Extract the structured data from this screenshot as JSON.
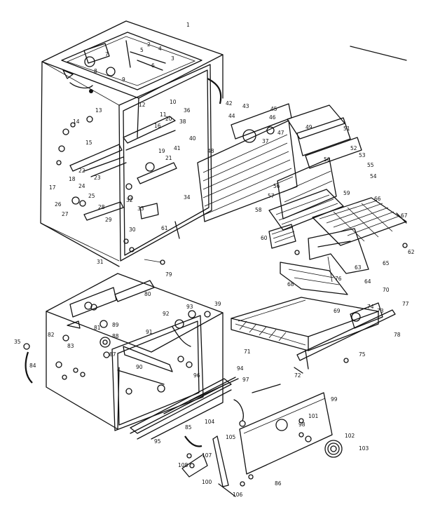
{
  "diagram": {
    "labels": [
      {
        "id": "1",
        "text": "1"
      },
      {
        "id": "2a",
        "text": "2"
      },
      {
        "id": "3a",
        "text": "3"
      },
      {
        "id": "4a",
        "text": "4"
      },
      {
        "id": "5a",
        "text": "5"
      },
      {
        "id": "6a",
        "text": "6"
      },
      {
        "id": "7a",
        "text": "7"
      },
      {
        "id": "8a",
        "text": "8"
      },
      {
        "id": "9a",
        "text": "9"
      },
      {
        "id": "10a",
        "text": "10"
      },
      {
        "id": "11",
        "text": "11"
      },
      {
        "id": "12",
        "text": "12"
      },
      {
        "id": "13a",
        "text": "13"
      },
      {
        "id": "14",
        "text": "14"
      },
      {
        "id": "15",
        "text": "15"
      },
      {
        "id": "16",
        "text": "16"
      },
      {
        "id": "17",
        "text": "17"
      },
      {
        "id": "18",
        "text": "18"
      },
      {
        "id": "19",
        "text": "19"
      },
      {
        "id": "20",
        "text": "20"
      },
      {
        "id": "21",
        "text": "21"
      },
      {
        "id": "22",
        "text": "22"
      },
      {
        "id": "23",
        "text": "23"
      },
      {
        "id": "24",
        "text": "24"
      },
      {
        "id": "25",
        "text": "25"
      },
      {
        "id": "26",
        "text": "26"
      },
      {
        "id": "27",
        "text": "27"
      },
      {
        "id": "28",
        "text": "28"
      },
      {
        "id": "29",
        "text": "29"
      },
      {
        "id": "30",
        "text": "30"
      },
      {
        "id": "31",
        "text": "31"
      },
      {
        "id": "32",
        "text": "32"
      },
      {
        "id": "33",
        "text": "33"
      },
      {
        "id": "34",
        "text": "34"
      },
      {
        "id": "35",
        "text": "35"
      },
      {
        "id": "36",
        "text": "36"
      },
      {
        "id": "37",
        "text": "37"
      },
      {
        "id": "38",
        "text": "38"
      },
      {
        "id": "39",
        "text": "39"
      },
      {
        "id": "40",
        "text": "40"
      },
      {
        "id": "41",
        "text": "41"
      },
      {
        "id": "42",
        "text": "42"
      },
      {
        "id": "43",
        "text": "43"
      },
      {
        "id": "44",
        "text": "44"
      },
      {
        "id": "45",
        "text": "45"
      },
      {
        "id": "46",
        "text": "46"
      },
      {
        "id": "47",
        "text": "47"
      },
      {
        "id": "48",
        "text": "48"
      },
      {
        "id": "49",
        "text": "49"
      },
      {
        "id": "50",
        "text": "50"
      },
      {
        "id": "51",
        "text": "51"
      },
      {
        "id": "52",
        "text": "52"
      },
      {
        "id": "53",
        "text": "53"
      },
      {
        "id": "54",
        "text": "54"
      },
      {
        "id": "55",
        "text": "55"
      },
      {
        "id": "56",
        "text": "56"
      },
      {
        "id": "57",
        "text": "57"
      },
      {
        "id": "58",
        "text": "58"
      },
      {
        "id": "59",
        "text": "59"
      },
      {
        "id": "60",
        "text": "60"
      },
      {
        "id": "61",
        "text": "61"
      },
      {
        "id": "62",
        "text": "62"
      },
      {
        "id": "63",
        "text": "63"
      },
      {
        "id": "64",
        "text": "64"
      },
      {
        "id": "65",
        "text": "65"
      },
      {
        "id": "66",
        "text": "66"
      },
      {
        "id": "67",
        "text": "67"
      },
      {
        "id": "68",
        "text": "68"
      },
      {
        "id": "69",
        "text": "69"
      },
      {
        "id": "70",
        "text": "70"
      },
      {
        "id": "71",
        "text": "71"
      },
      {
        "id": "72",
        "text": "72"
      },
      {
        "id": "73",
        "text": "73"
      },
      {
        "id": "74",
        "text": "74"
      },
      {
        "id": "75",
        "text": "75"
      },
      {
        "id": "76",
        "text": "76"
      },
      {
        "id": "77",
        "text": "77"
      },
      {
        "id": "78",
        "text": "78"
      },
      {
        "id": "79",
        "text": "79"
      },
      {
        "id": "80",
        "text": "80"
      },
      {
        "id": "81",
        "text": "81"
      },
      {
        "id": "82",
        "text": "82"
      },
      {
        "id": "83",
        "text": "83"
      },
      {
        "id": "84",
        "text": "84"
      },
      {
        "id": "85",
        "text": "85"
      },
      {
        "id": "86",
        "text": "86"
      },
      {
        "id": "87",
        "text": "87"
      },
      {
        "id": "88",
        "text": "88"
      },
      {
        "id": "89",
        "text": "89"
      },
      {
        "id": "90",
        "text": "90"
      },
      {
        "id": "91",
        "text": "91"
      },
      {
        "id": "92",
        "text": "92"
      },
      {
        "id": "93",
        "text": "93"
      },
      {
        "id": "94",
        "text": "94"
      },
      {
        "id": "95",
        "text": "95"
      },
      {
        "id": "96",
        "text": "96"
      },
      {
        "id": "97",
        "text": "97"
      },
      {
        "id": "98",
        "text": "98"
      },
      {
        "id": "99",
        "text": "99"
      },
      {
        "id": "100",
        "text": "100"
      },
      {
        "id": "101",
        "text": "101"
      },
      {
        "id": "102",
        "text": "102"
      },
      {
        "id": "103",
        "text": "103"
      },
      {
        "id": "104",
        "text": "104"
      },
      {
        "id": "105",
        "text": "105"
      },
      {
        "id": "106",
        "text": "106"
      },
      {
        "id": "107",
        "text": "107"
      },
      {
        "id": "108",
        "text": "108"
      }
    ]
  }
}
